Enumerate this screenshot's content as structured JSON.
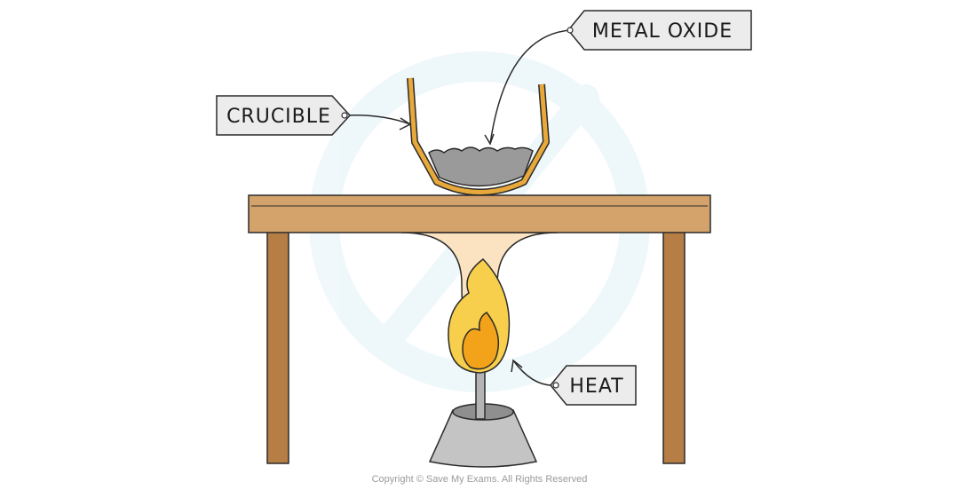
{
  "labels": {
    "metal_oxide": "METAL OXIDE",
    "crucible": "CRUCIBLE",
    "heat": "HEAT"
  },
  "copyright": "Copyright © Save My Exams. All Rights Reserved",
  "colors": {
    "table_wood": "#d4a26b",
    "table_legs": "#b67d45",
    "crucible": "#e8a93a",
    "metal_oxide": "#9a9a9a",
    "flame_outer": "#f7cf4c",
    "flame_inner": "#f3a31a",
    "heat_glow": "#fbe3c2",
    "tag_fill": "#ececec",
    "burner": "#b4b4b4"
  }
}
